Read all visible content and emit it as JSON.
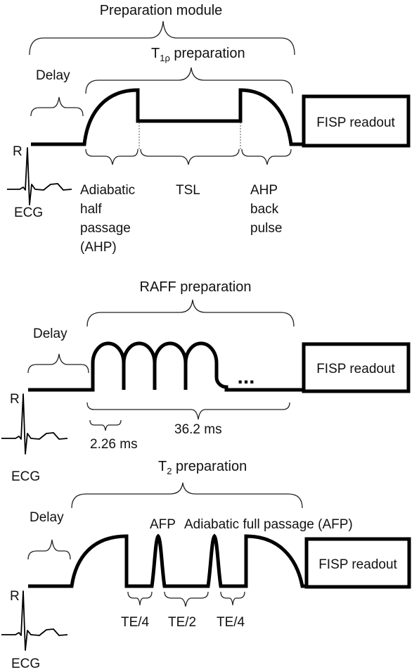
{
  "panel_t1rho": {
    "prep_module_label": "Preparation module",
    "prep_label_main": "T",
    "prep_label_sub": "1ρ",
    "prep_label_rest": " preparation",
    "delay_label": "Delay",
    "r_label": "R",
    "ecg_label": "ECG",
    "readout_label": "FISP readout",
    "ahp_label_lines": [
      "Adiabatic",
      "half",
      "passage",
      "(AHP)"
    ],
    "tsl_label": "TSL",
    "ahp_back_lines": [
      "AHP",
      "back",
      "pulse"
    ]
  },
  "panel_raff": {
    "prep_label": "RAFF preparation",
    "delay_label": "Delay",
    "r_label": "R",
    "ecg_label": "ECG",
    "readout_label": "FISP readout",
    "ellipsis": "...",
    "pulse_duration_label": "2.26 ms",
    "total_duration_label": "36.2 ms"
  },
  "panel_t2": {
    "prep_label_main": "T",
    "prep_label_sub": "2",
    "prep_label_rest": " preparation",
    "delay_label": "Delay",
    "r_label": "R",
    "ecg_label": "ECG",
    "readout_label": "FISP readout",
    "afp_label": "AFP",
    "afp_full_label": "Adiabatic  full passage (AFP)",
    "te4_label_1": "TE/4",
    "te2_label": "TE/2",
    "te4_label_2": "TE/4"
  }
}
